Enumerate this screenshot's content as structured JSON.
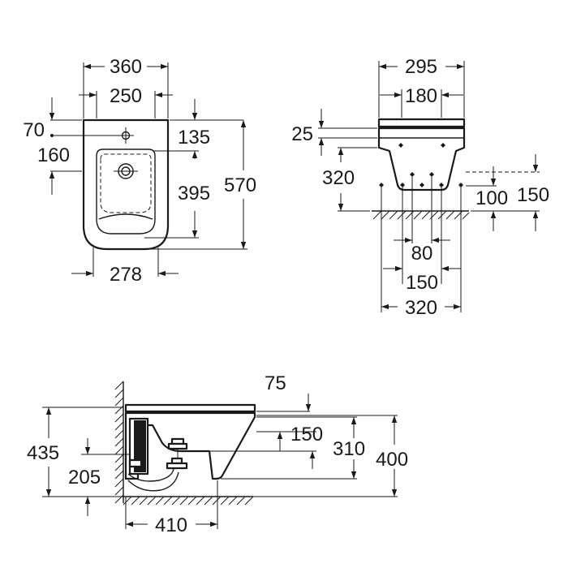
{
  "front_view": {
    "width_outer": "360",
    "width_inner": "250",
    "tap_offset": "70",
    "tap_height": "135",
    "waste_offset": "160",
    "bowl_depth": "395",
    "total_height": "570",
    "base_width": "278"
  },
  "top_view": {
    "width_outer": "295",
    "width_inner": "180",
    "rim_thickness": "25",
    "fixing_height": "320",
    "bolt_height_low": "100",
    "bolt_height_high": "150",
    "bolt_spacing_small": "80",
    "bolt_spacing_mid": "150",
    "bolt_spacing_wide": "320"
  },
  "side_view": {
    "height_total": "435",
    "waste_height": "205",
    "projection": "410",
    "lid_thickness": "75",
    "inlet_height": "150",
    "body_height": "310",
    "overall_height": "400"
  }
}
